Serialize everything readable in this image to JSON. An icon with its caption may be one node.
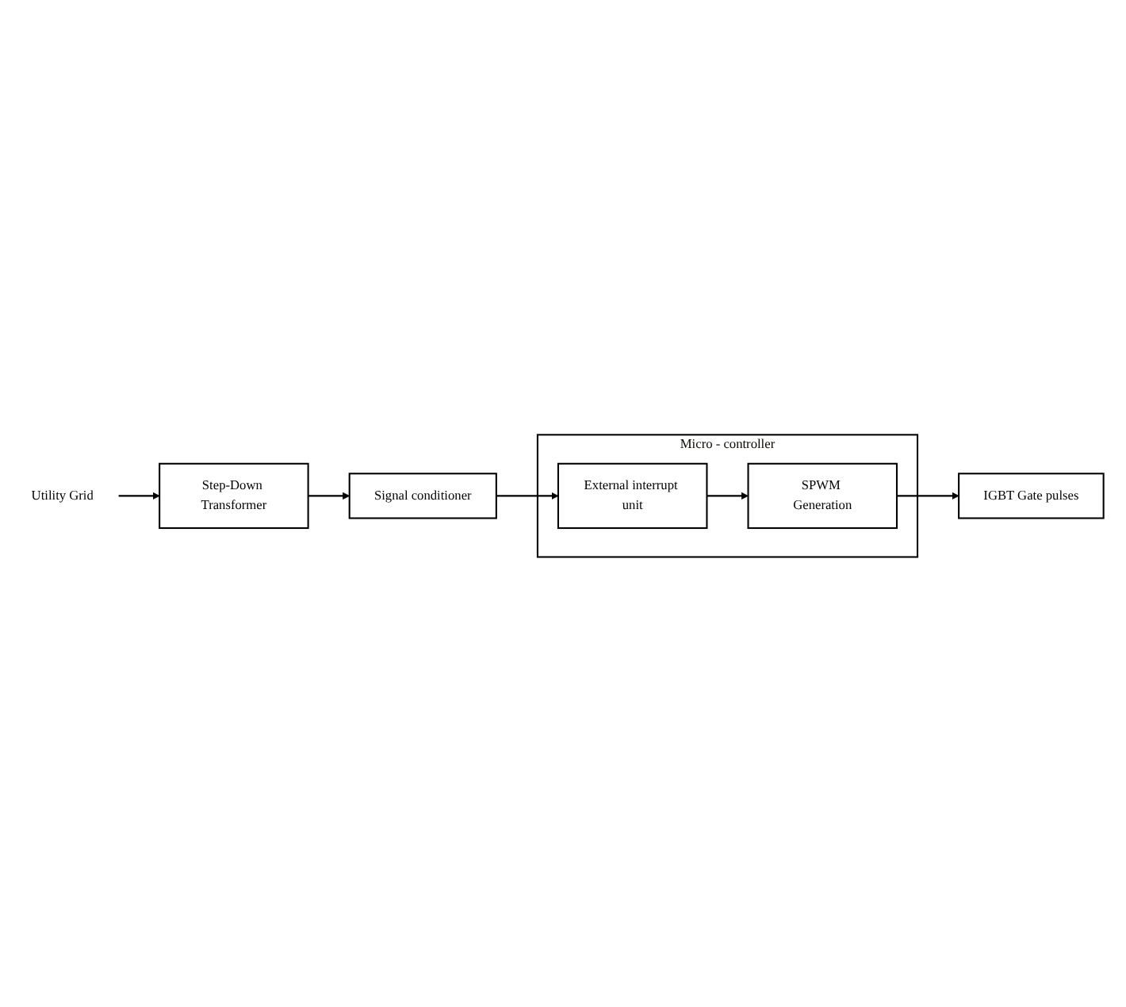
{
  "diagram": {
    "nodes": [
      {
        "text": [
          "Utility Grid"
        ]
      },
      {
        "text": [
          "Step-Down Transformer"
        ]
      },
      {
        "text": [
          "Signal conditioner"
        ]
      },
      {
        "text": [
          "Micro - controller"
        ]
      },
      {
        "text": [
          "External interrupt unit"
        ],
        "in": 3
      },
      {
        "text": [
          "SPWM Generation"
        ],
        "in": 3
      },
      {
        "text": [
          "IGBT Gate pulses"
        ]
      }
    ],
    "edges": [
      {
        "from": 0,
        "to": 1,
        "arrow": "to"
      },
      {
        "from": 1,
        "to": 2,
        "arrow": "to"
      },
      {
        "from": 2,
        "to": 4,
        "arrow": "to"
      },
      {
        "from": 4,
        "to": 5,
        "arrow": "to"
      },
      {
        "from": 5,
        "to": 6,
        "arrow": "to"
      }
    ]
  }
}
